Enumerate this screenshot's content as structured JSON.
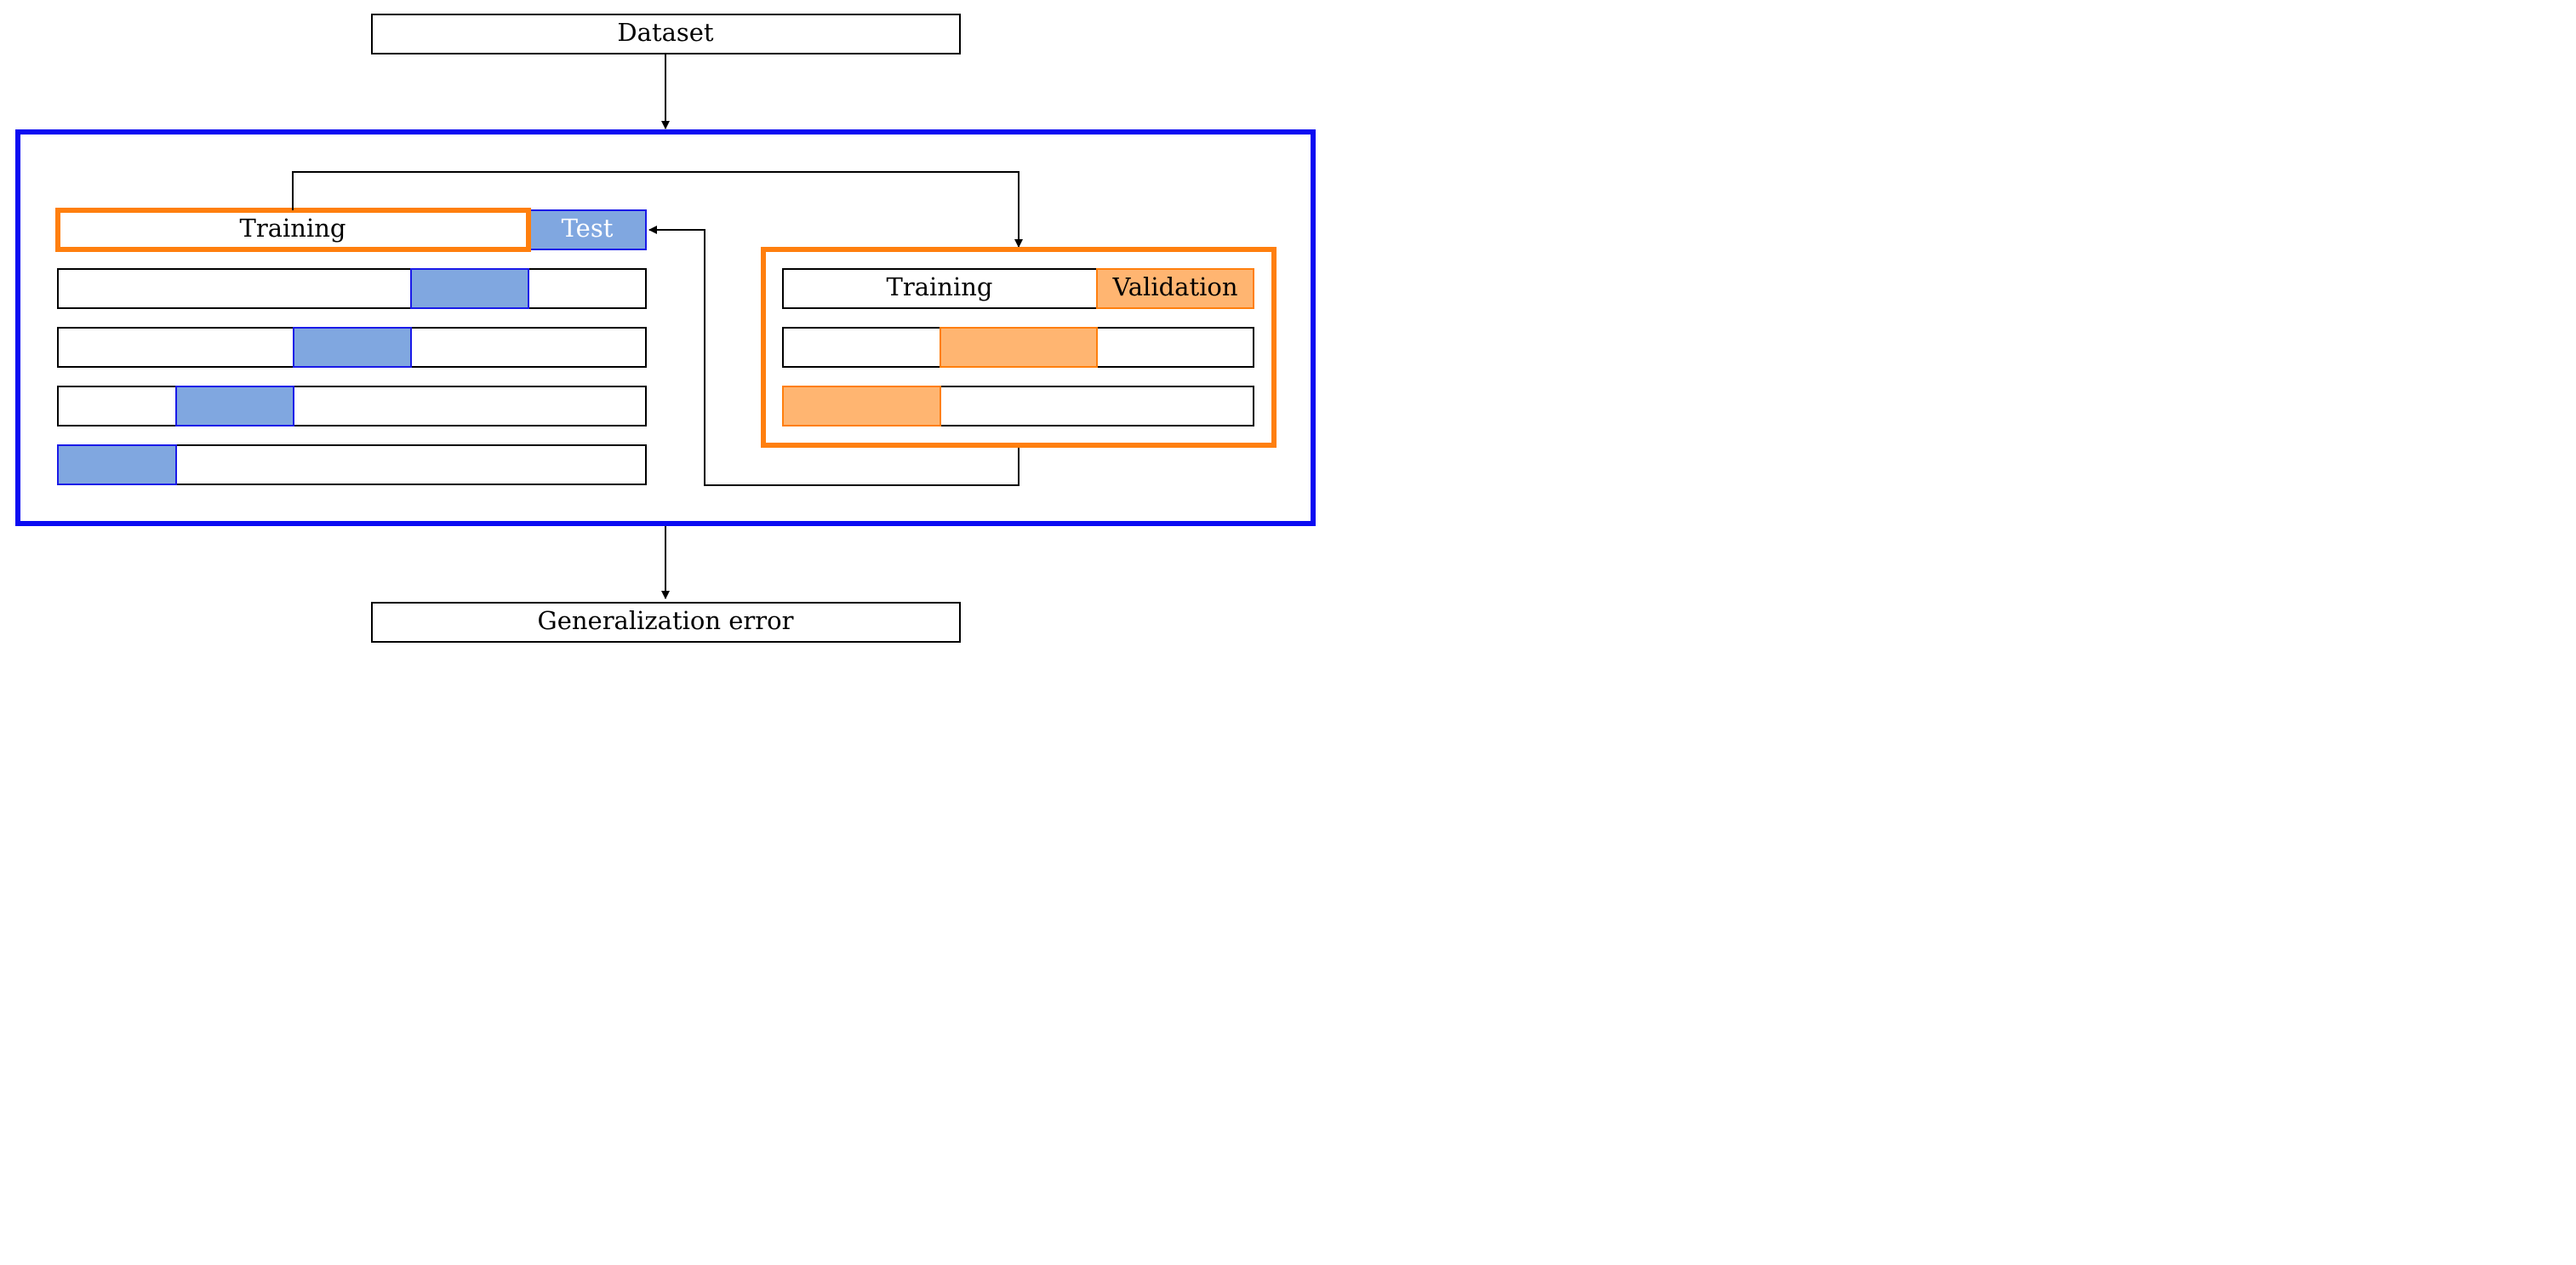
{
  "colors": {
    "blue_border": "#0b0bf2",
    "blue_fill": "#80a7e0",
    "blue_fill_edge": "#1a1ae8",
    "orange_border": "#ff7f0e",
    "orange_fill": "#ffb571",
    "black": "#000000",
    "white": "#ffffff"
  },
  "labels": {
    "dataset": "Dataset",
    "outer_training": "Training",
    "outer_test": "Test",
    "inner_training": "Training",
    "inner_validation": "Validation",
    "generalization": "Generalization error"
  },
  "outer_cv": {
    "folds": 5,
    "test_fold_per_row": [
      4,
      3,
      2,
      1,
      0
    ]
  },
  "inner_cv": {
    "folds": 3,
    "validation_fold_per_row": [
      2,
      1,
      0
    ]
  }
}
